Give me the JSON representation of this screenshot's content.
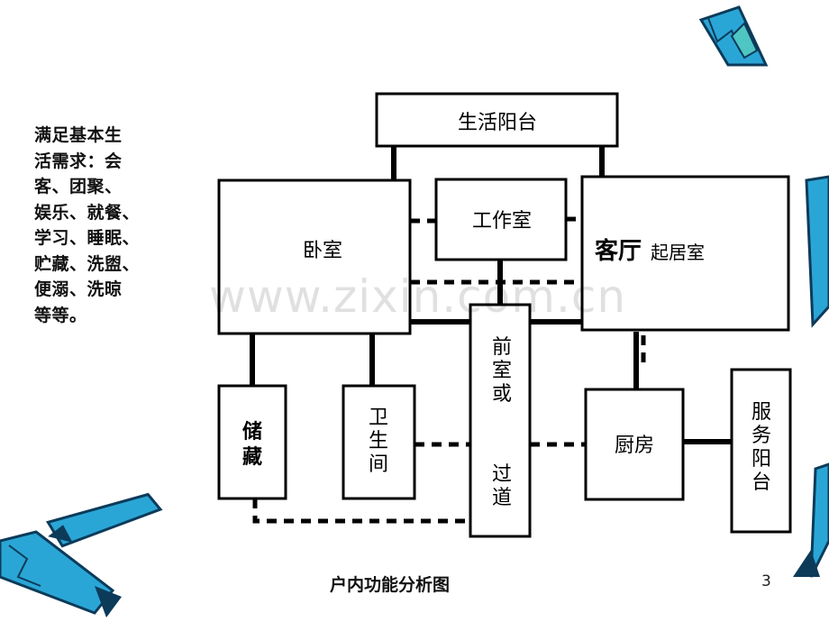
{
  "side_text": {
    "lines": [
      "满足基本生",
      "活需求：会",
      "客、团聚、",
      "娱乐、就餐、",
      "学习、睡眠、",
      "贮藏、洗盥、",
      "便溺、洗晾",
      "等等。"
    ]
  },
  "diagram": {
    "living_balcony": "生活阳台",
    "study": "工作室",
    "bedroom": "卧室",
    "living_room_main": "客厅",
    "living_room_sub": "起居室",
    "hall": [
      "前",
      "室",
      "或",
      "过",
      "道"
    ],
    "storage": [
      "储",
      "藏"
    ],
    "bathroom": [
      "卫",
      "生",
      "间"
    ],
    "kitchen": "厨房",
    "service_balcony": [
      "服",
      "务",
      "阳",
      "台"
    ]
  },
  "caption": "户内功能分析图",
  "page_number": "3",
  "watermark": "www.zixin.com.cn",
  "colors": {
    "pen_blue": "#2aa6d6",
    "pen_dark": "#0c3b5a",
    "pen_teal": "#4fc6c3"
  }
}
